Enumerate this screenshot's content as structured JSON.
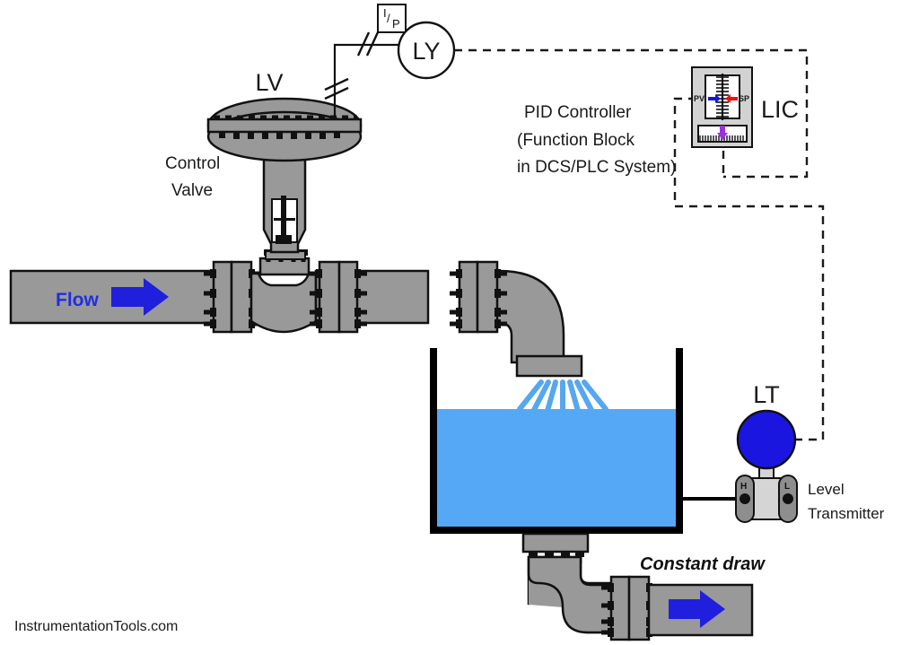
{
  "diagram": {
    "title_watermark": "InstrumentationTools.com",
    "labels": {
      "lv_tag": "LV",
      "ly_tag": "LY",
      "lic_tag": "LIC",
      "lt_tag": "LT",
      "ip_numerator": "I",
      "ip_denominator": "P",
      "ip_slash": "/",
      "control_valve_line1": "Control",
      "control_valve_line2": "Valve",
      "pid_line1": "PID Controller",
      "pid_line2": "(Function Block",
      "pid_line3": "in DCS/PLC System)",
      "flow": "Flow",
      "constant_draw": "Constant draw",
      "level_transmitter_line1": "Level",
      "level_transmitter_line2": "Transmitter",
      "faceplate_pv": "PV",
      "faceplate_sp": "SP",
      "transmitter_port_high": "H",
      "transmitter_port_low": "L"
    },
    "colors": {
      "pipe_gray": "#999999",
      "pipe_outline": "#111111",
      "liquid_blue": "#55a8f5",
      "spray_blue": "#56a7ef",
      "arrow_blue": "#1f1fdd",
      "flow_text_blue": "#1f2fe0",
      "lt_circle_blue": "#1a16e0",
      "faceplate_bg": "#d2d2d2",
      "faceplate_inner": "#d2d2d2",
      "pv_arrow": "#1414e8",
      "sp_arrow": "#ee1111",
      "output_arrow": "#9933dd",
      "tank_wall": "#000000",
      "signal_dash": "#1a1a1a",
      "white": "#ffffff"
    }
  }
}
